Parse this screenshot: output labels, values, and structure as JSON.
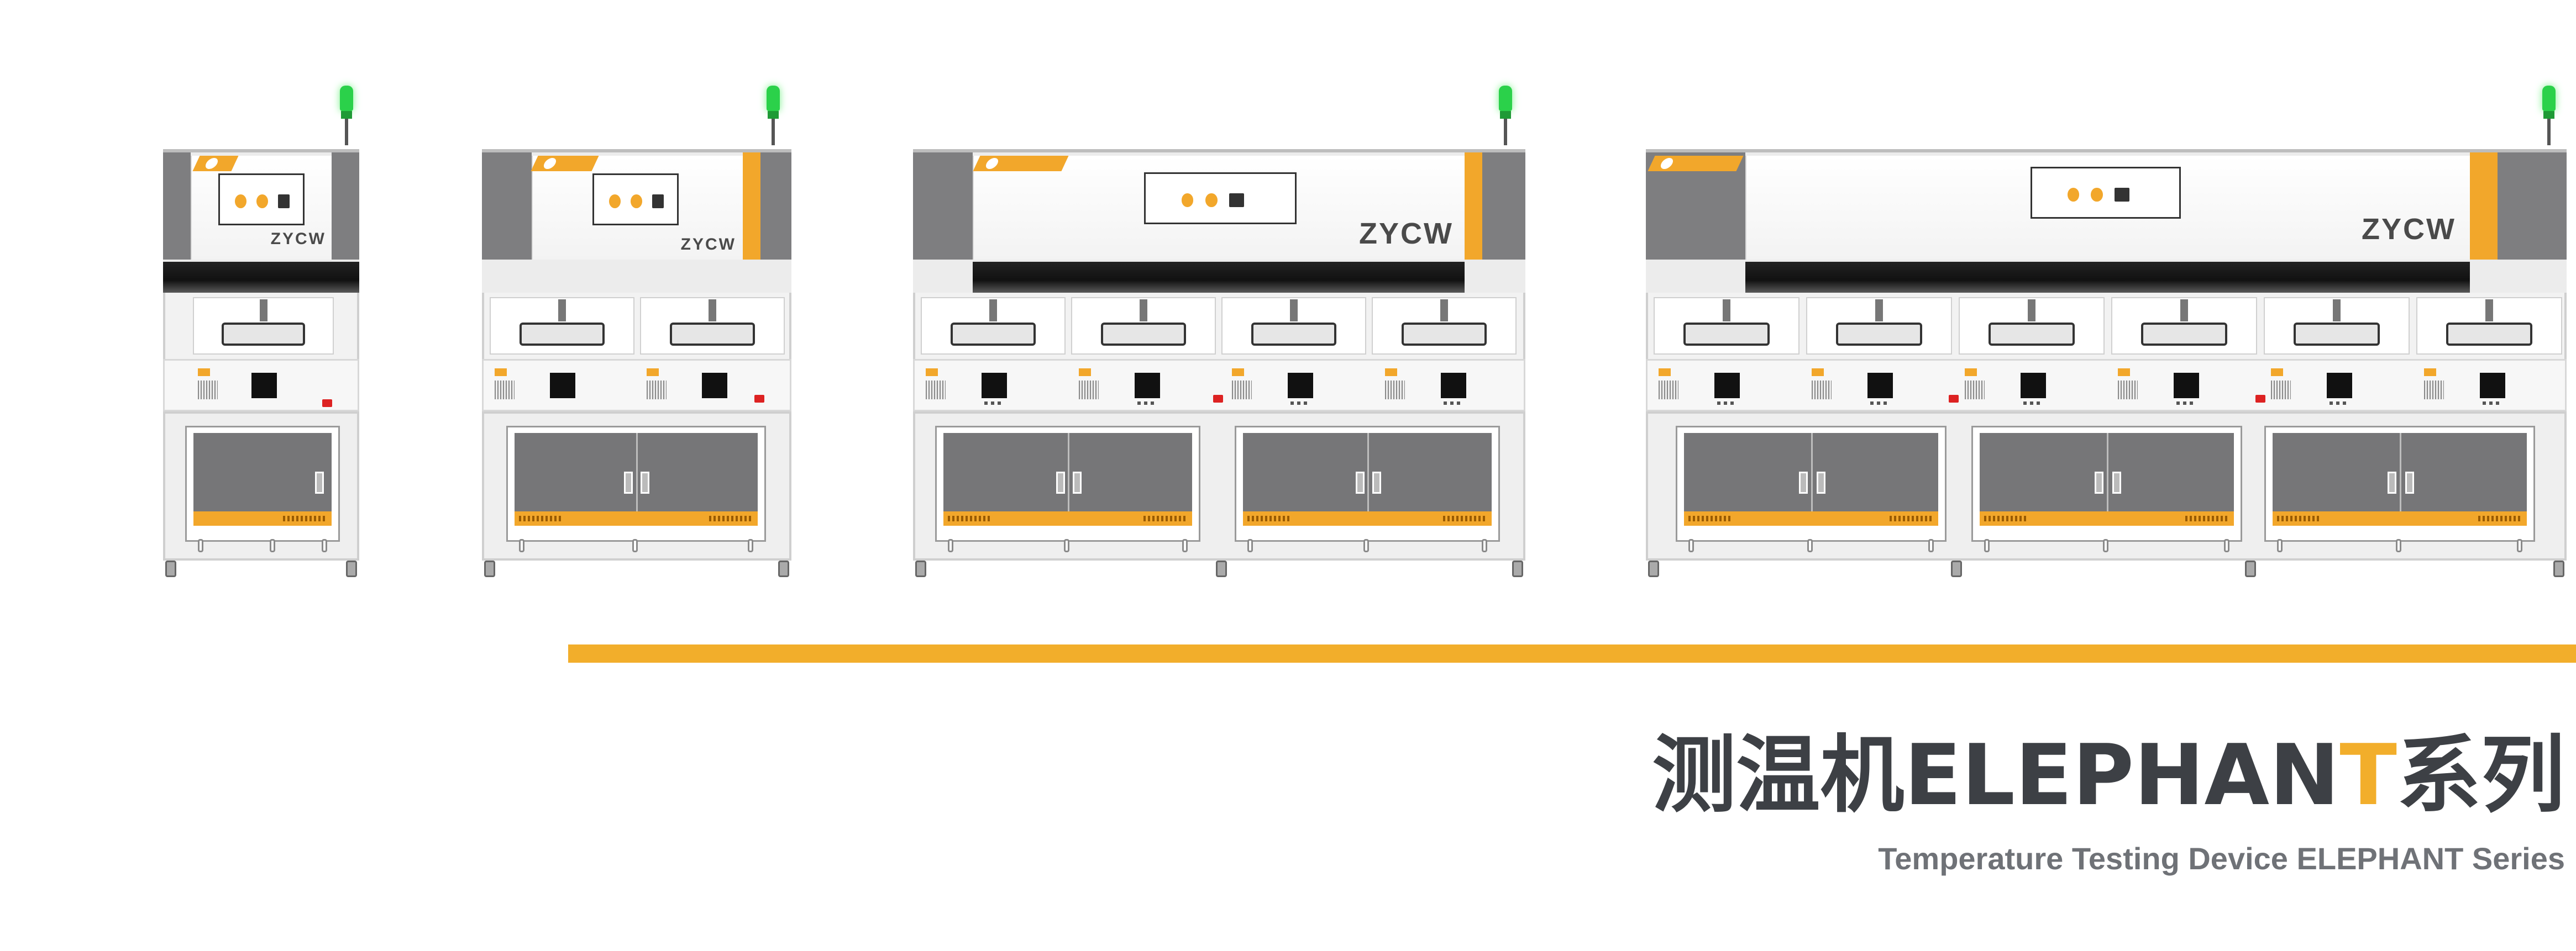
{
  "brand_logo_text": "ZYCW",
  "title": {
    "main_prefix": "测温机ELEPHAN",
    "main_highlight": "T",
    "main_suffix": "系列",
    "subtitle": "Temperature Testing Device ELEPHANT Series"
  },
  "colors": {
    "accent": "#f2ae2b",
    "title_text": "#3d4045",
    "subtitle_text": "#6f7277",
    "machine_grey": "#767678",
    "status_light": "#2bd14a"
  },
  "machines": [
    {
      "variant": "single-station",
      "stations": 1,
      "cabinets": 1
    },
    {
      "variant": "two-station",
      "stations": 2,
      "cabinets": 1
    },
    {
      "variant": "four-station",
      "stations": 4,
      "cabinets": 2
    },
    {
      "variant": "six-station",
      "stations": 6,
      "cabinets": 3
    }
  ],
  "icons": [
    "signal-tower-icon",
    "logo-badge-icon",
    "emergency-stop-icon"
  ]
}
